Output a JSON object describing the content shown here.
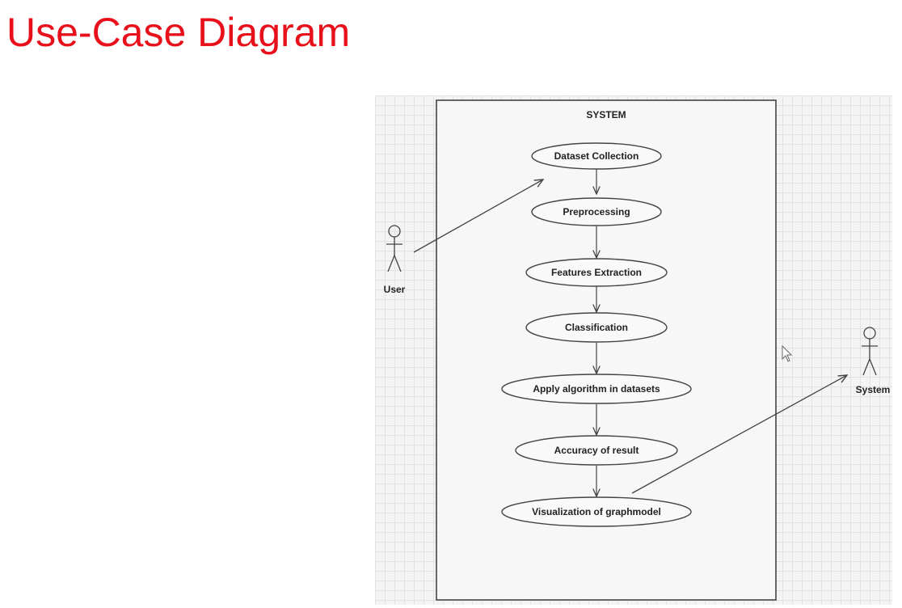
{
  "title": "Use-Case Diagram",
  "diagram": {
    "system_boundary_label": "SYSTEM",
    "actors": [
      {
        "id": "user",
        "label": "User"
      },
      {
        "id": "system",
        "label": "System"
      }
    ],
    "use_cases": [
      "Dataset Collection",
      "Preprocessing",
      "Features Extraction",
      "Classification",
      "Apply algorithm in datasets",
      "Accuracy of result",
      "Visualization of graphmodel"
    ],
    "associations": [
      {
        "from": "User",
        "to": "Dataset Collection"
      },
      {
        "from": "Visualization of graphmodel",
        "to": "System"
      }
    ]
  }
}
